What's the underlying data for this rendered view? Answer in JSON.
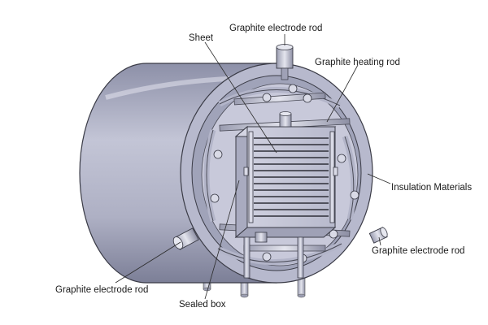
{
  "labels": {
    "electrode_top": "Graphite electrode rod",
    "sheet": "Sheet",
    "heating_rod": "Graphite heating rod",
    "insulation": "Insulation Materials",
    "electrode_right": "Graphite electrode rod",
    "electrode_left": "Graphite electrode rod",
    "sealed_box": "Sealed box"
  },
  "colors": {
    "shell_light": "#d6d8e6",
    "shell_mid": "#a7aac0",
    "shell_dark": "#7f829a",
    "interior": "#c9cadb",
    "ring": "#b9bbcf",
    "outline": "#3a3b46"
  }
}
